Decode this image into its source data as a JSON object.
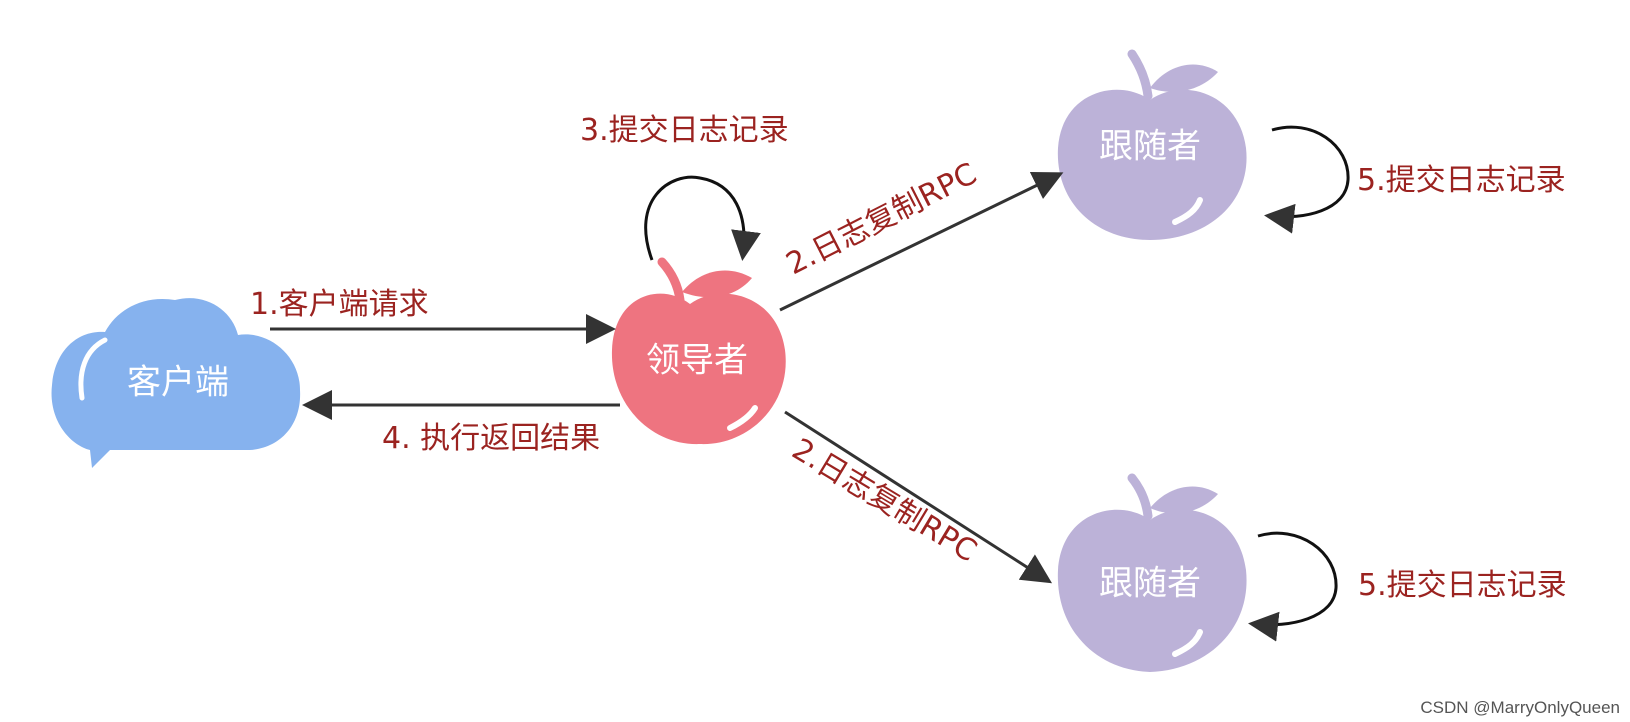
{
  "nodes": {
    "client": {
      "label": "客户端",
      "color": "#86b2ee"
    },
    "leader": {
      "label": "领导者",
      "color": "#ee7480"
    },
    "follower_top": {
      "label": "跟随者",
      "color": "#bcb2d8"
    },
    "follower_bottom": {
      "label": "跟随者",
      "color": "#bcb2d8"
    }
  },
  "edges": {
    "client_request": "1.客户端请求",
    "return_result": "4. 执行返回结果",
    "leader_commit": "3.提交日志记录",
    "replicate_top": "2.日志复制RPC",
    "replicate_bottom": "2.日志复制RPC",
    "follower_top_commit": "5.提交日志记录",
    "follower_bottom_commit": "5.提交日志记录"
  },
  "colors": {
    "label_text": "#9b2320",
    "arrow": "#333333",
    "stem": "#ee7480",
    "follower_stem": "#bcb2d8"
  },
  "watermark": "CSDN @MarryOnlyQueen"
}
